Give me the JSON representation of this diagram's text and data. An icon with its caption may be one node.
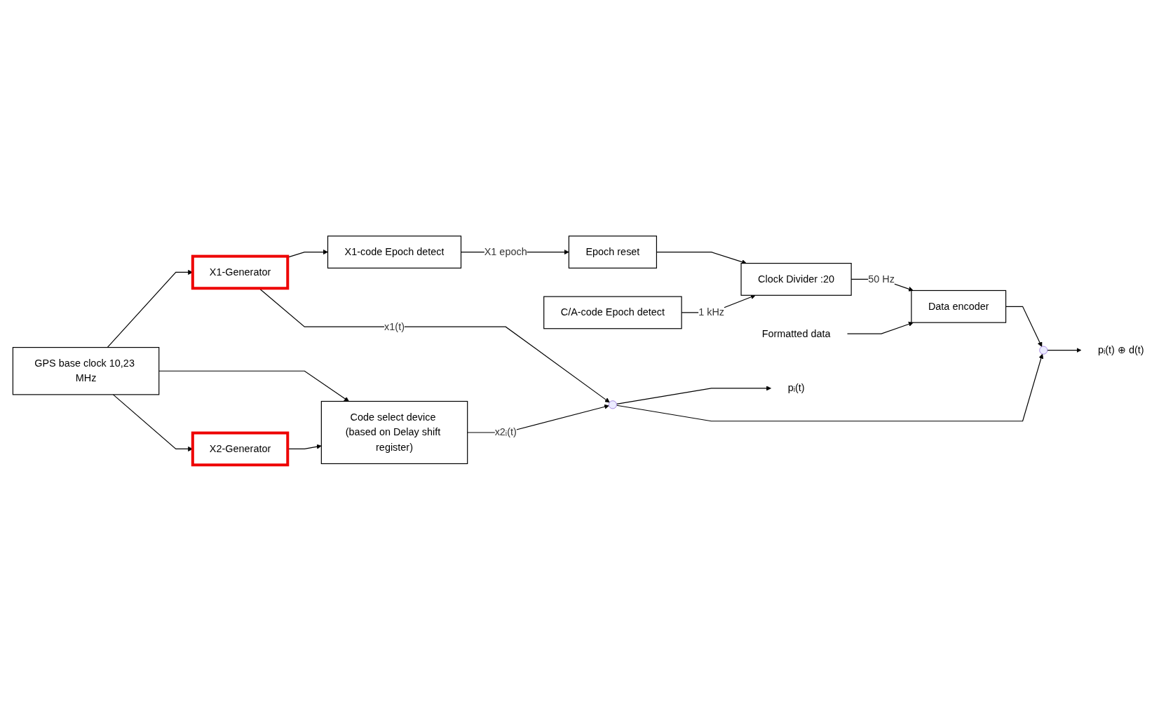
{
  "diagram": {
    "nodes": [
      {
        "text": [
          "Epoch reset"
        ]
      },
      {
        "text": [
          "Clock Divider :20"
        ]
      },
      {
        "text": [
          "Data encoder"
        ]
      },
      {
        "text": [
          "Formatted data"
        ]
      },
      {
        "text": [
          "X1-code Epoch detect"
        ]
      },
      {
        "text": [
          "C/A-code Epoch detect"
        ]
      },
      {
        "text": [
          "GPS base clock 10,23 MHz"
        ]
      },
      {
        "text": [
          "X1-Generator"
        ]
      },
      {
        "text": [],
        "shape": "circle"
      },
      {
        "text": [],
        "shape": "circle"
      },
      {
        "text": [
          "pᵢ(t) ⊕ d(t)"
        ]
      },
      {
        "text": [
          "pᵢ(t)"
        ]
      },
      {
        "text": [
          "Code select device (based on Delay shift register)"
        ]
      },
      {
        "text": [
          "X2-Generator"
        ]
      }
    ],
    "edges": [
      {
        "from": 0,
        "to": 1,
        "arrow": "to"
      },
      {
        "from": 1,
        "to": 2,
        "arrow": "to",
        "label": "50 Hz"
      },
      {
        "from": 3,
        "to": 2,
        "arrow": "to"
      },
      {
        "from": 4,
        "to": 0,
        "arrow": "to",
        "label": "X1 epoch"
      },
      {
        "from": 5,
        "to": 1,
        "arrow": "to",
        "label": "1 kHz"
      },
      {
        "from": 7,
        "to": 4,
        "arrow": "to"
      },
      {
        "from": 6,
        "to": 7,
        "arrow": "to"
      },
      {
        "from": 6,
        "to": 12,
        "arrow": "to"
      },
      {
        "from": 6,
        "to": 13,
        "arrow": "to"
      },
      {
        "from": 7,
        "to": 8,
        "arrow": "to",
        "label": "x1(t)"
      },
      {
        "from": 12,
        "to": 8,
        "arrow": "to",
        "label": "x2ᵢ(t)"
      },
      {
        "from": 13,
        "to": 12,
        "arrow": "to"
      },
      {
        "from": 2,
        "to": 9,
        "arrow": "to"
      },
      {
        "from": 8,
        "to": 9,
        "arrow": "to"
      },
      {
        "from": 9,
        "to": 10,
        "arrow": "to"
      },
      {
        "from": 8,
        "to": 11,
        "arrow": "to"
      }
    ]
  }
}
